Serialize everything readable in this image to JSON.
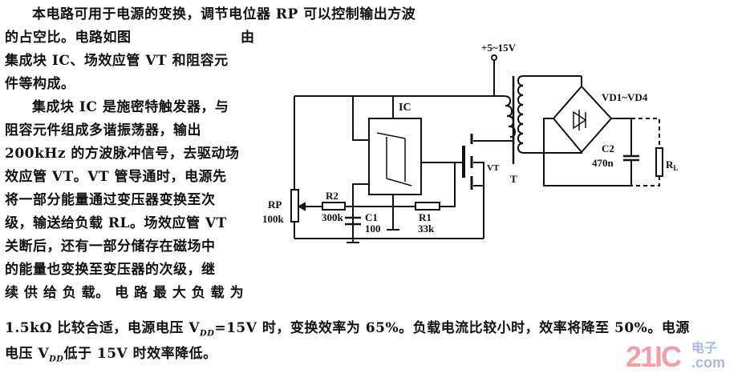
{
  "paragraph1": {
    "lines": [
      "本电路可用于电源的变换，调节电位器 RP 可以控制输出方波",
      "的占空比。电路如图",
      "由",
      "集成块 IC、场效应管 VT 和阻容元",
      "件等构成。"
    ]
  },
  "paragraph2": {
    "lines": [
      "集成块 IC 是施密特触发器，与",
      "阻容元件组成多谐振荡器，输出",
      "200kHz 的方波脉冲信号，去驱动场",
      "效应管 VT。VT 管导通时，电源先",
      "将一部分能量通过变压器变换至次",
      "级，输送给负载 RL。场效应管 VT",
      "关断后，还有一部分储存在磁场中",
      "的能量也变换至变压器的次级，继",
      "续 供 给 负 载。 电 路 最 大 负 载 为",
      "1.5kΩ 比较合适，电源电压 V",
      "DD",
      "=15V 时，变换效率为 65%。负载电流比较小时，效率将降至 50%。电源",
      "电压 V",
      "低于 15V 时效率降低。"
    ]
  },
  "circuit": {
    "supply": "+5~15V",
    "ic": "IC",
    "rp": "RP",
    "rp_value": "100k",
    "r2": "R2",
    "r2_value": "300k",
    "c1": "C1",
    "c1_value": "100",
    "r1": "R1",
    "r1_value": "33k",
    "vt": "VT",
    "transformer": "T",
    "bridge": "VD1~VD4",
    "c2": "C2",
    "c2_value": "470n",
    "rl": "R",
    "rl_sub": "L"
  },
  "watermark": {
    "logo": "21IC",
    "domain": ".com",
    "cn": "电子"
  }
}
